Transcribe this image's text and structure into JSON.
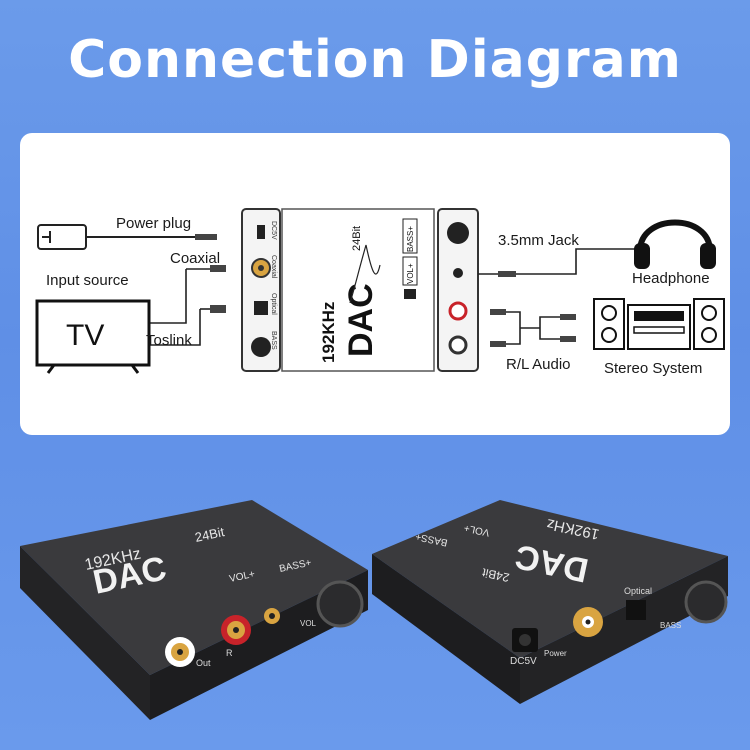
{
  "title": "Connection Diagram",
  "diagram": {
    "labels": {
      "power_plug": "Power plug",
      "coaxial": "Coaxial",
      "input_source": "Input source",
      "tv": "TV",
      "toslink": "Toslink",
      "jack": "3.5mm Jack",
      "headphone": "Headphone",
      "rl_audio": "R/L Audio",
      "stereo": "Stereo System"
    },
    "dac_top": {
      "freq": "192KHz",
      "bits": "24Bit",
      "name": "DAC",
      "vol": "VOL+",
      "bass": "BASS+"
    },
    "left_panel": {
      "dc": "DC5V",
      "coaxial": "Coaxial",
      "optical": "Optical",
      "bass": "BASS"
    }
  },
  "devices": {
    "left": {
      "freq": "192KHz",
      "name": "DAC",
      "bits": "24Bit",
      "vol": "VOL+",
      "bass": "BASS+",
      "out": "Out",
      "r": "R",
      "vol_knob": "VOL"
    },
    "right": {
      "freq": "192KHz",
      "name": "DAC",
      "bits": "24Bit",
      "vol": "VOL+",
      "bass": "BASS+",
      "optical": "Optical",
      "dc": "DC5V",
      "power": "Power",
      "bass_knob": "BASS"
    }
  },
  "colors": {
    "background": "#6b9bea",
    "device": "#2a2a2c",
    "rca_red": "#c8232a",
    "rca_gold": "#d9a441"
  }
}
